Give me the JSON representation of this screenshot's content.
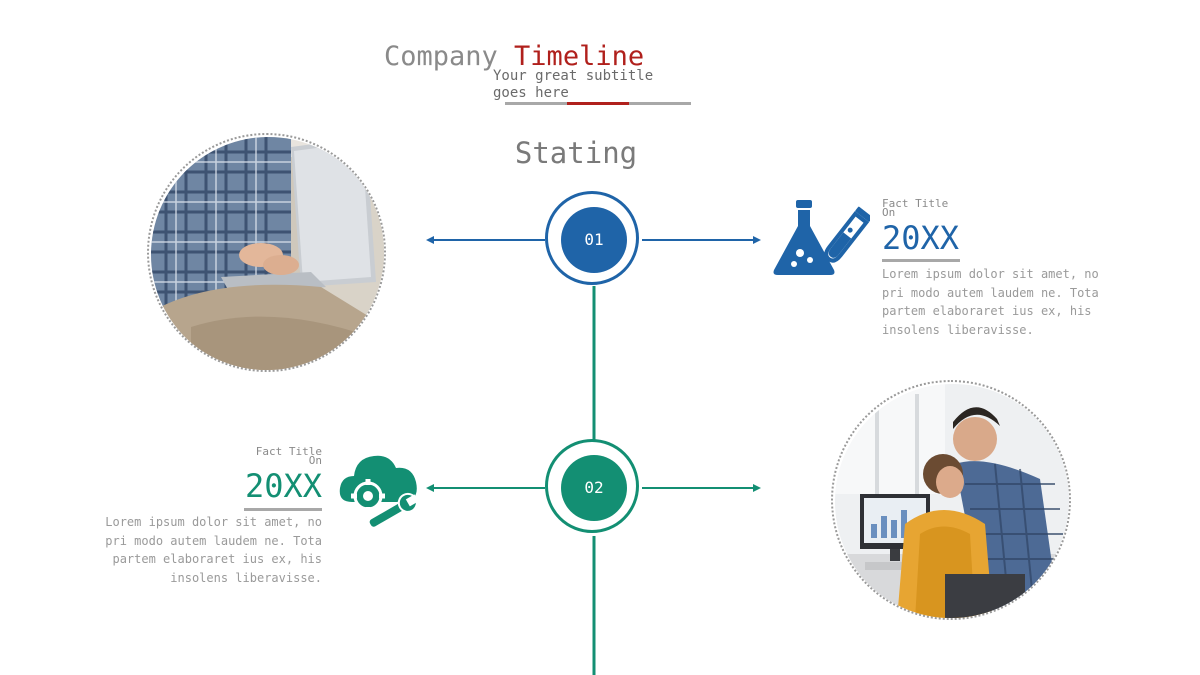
{
  "header": {
    "title_part1": "Company ",
    "title_part2": "Timeline",
    "subtitle": "Your great subtitle goes here"
  },
  "section_label": "Stating",
  "colors": {
    "blue": "#1f64a8",
    "green": "#138f73",
    "red": "#b0201c",
    "gray": "#8a8a8a"
  },
  "milestones": [
    {
      "number": "01",
      "fact_title": "Fact Title",
      "fact_on": "On",
      "year": "20XX",
      "body": "Lorem ipsum dolor sit amet, no pri modo autem laudem ne. Tota partem elaboraret ius ex, his insolens liberavisse.",
      "icon": "lab-flask-icon"
    },
    {
      "number": "02",
      "fact_title": "Fact Title",
      "fact_on": "On",
      "year": "20XX",
      "body": "Lorem ipsum dolor sit amet, no pri modo autem laudem ne. Tota partem elaboraret ius ex, his insolens liberavisse.",
      "icon": "cloud-gear-wrench-icon"
    }
  ]
}
